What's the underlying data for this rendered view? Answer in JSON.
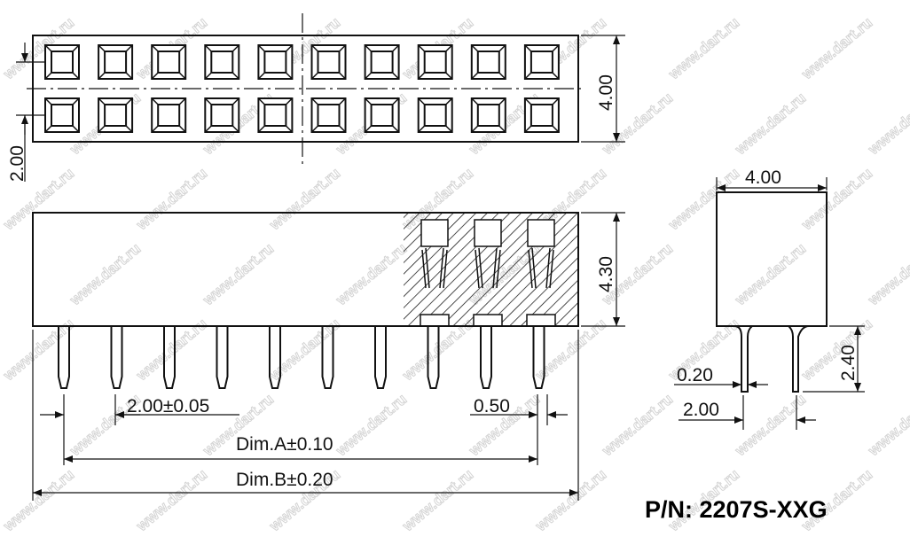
{
  "watermark": "www.dart.ru",
  "part_number": "P/N: 2207S-XXG",
  "pins_per_row": 10,
  "rows": 2,
  "dimensions": {
    "top_height": "4.00",
    "top_pitch": "2.00",
    "body_height": "4.30",
    "pitch_tol": "2.00±0.05",
    "pin_width": "0.50",
    "dim_a": "Dim.A±0.10",
    "dim_b": "Dim.B±0.20",
    "side_width": "4.00",
    "pin_length": "2.40",
    "pin_thickness": "0.20",
    "row_pitch": "2.00"
  }
}
